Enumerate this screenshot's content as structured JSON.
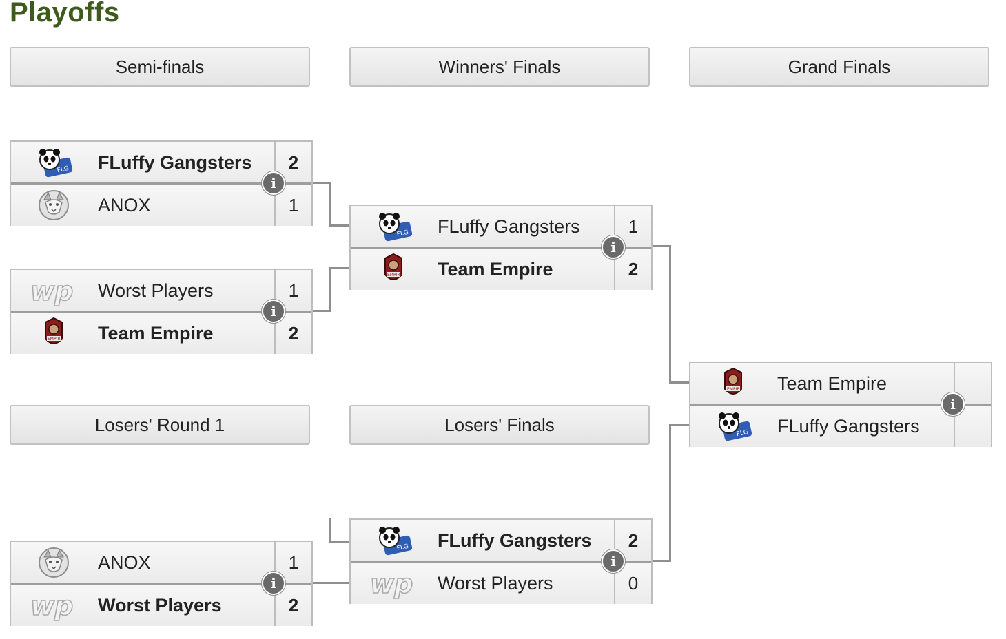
{
  "page_title": "Playoffs",
  "rounds": {
    "semi_finals": "Semi-finals",
    "winners_finals": "Winners' Finals",
    "grand_finals": "Grand Finals",
    "losers_round_1": "Losers' Round 1",
    "losers_finals": "Losers' Finals"
  },
  "matches": {
    "semi_1": {
      "top": {
        "name": "FLuffy Gangsters",
        "score": "2",
        "logo": "panda-logo"
      },
      "bottom": {
        "name": "ANOX",
        "score": "1",
        "logo": "wolf-logo"
      }
    },
    "semi_2": {
      "top": {
        "name": "Worst Players",
        "score": "1",
        "logo": "wp-logo"
      },
      "bottom": {
        "name": "Team Empire",
        "score": "2",
        "logo": "empire-logo"
      }
    },
    "winners_final": {
      "top": {
        "name": "FLuffy Gangsters",
        "score": "1",
        "logo": "panda-logo"
      },
      "bottom": {
        "name": "Team Empire",
        "score": "2",
        "logo": "empire-logo"
      }
    },
    "grand_final": {
      "top": {
        "name": "Team Empire",
        "score": "",
        "logo": "empire-logo"
      },
      "bottom": {
        "name": "FLuffy Gangsters",
        "score": "",
        "logo": "panda-logo"
      }
    },
    "losers_round_1": {
      "top": {
        "name": "ANOX",
        "score": "1",
        "logo": "wolf-logo"
      },
      "bottom": {
        "name": "Worst Players",
        "score": "2",
        "logo": "wp-logo"
      }
    },
    "losers_final": {
      "top": {
        "name": "FLuffy Gangsters",
        "score": "2",
        "logo": "panda-logo"
      },
      "bottom": {
        "name": "Worst Players",
        "score": "0",
        "logo": "wp-logo"
      }
    }
  },
  "info_icon_glyph": "i",
  "colors": {
    "title": "#3e5a1d",
    "header_bg": "#e8e8e8",
    "connector": "#8f8f8f",
    "info_icon": "#6a6a6a"
  }
}
